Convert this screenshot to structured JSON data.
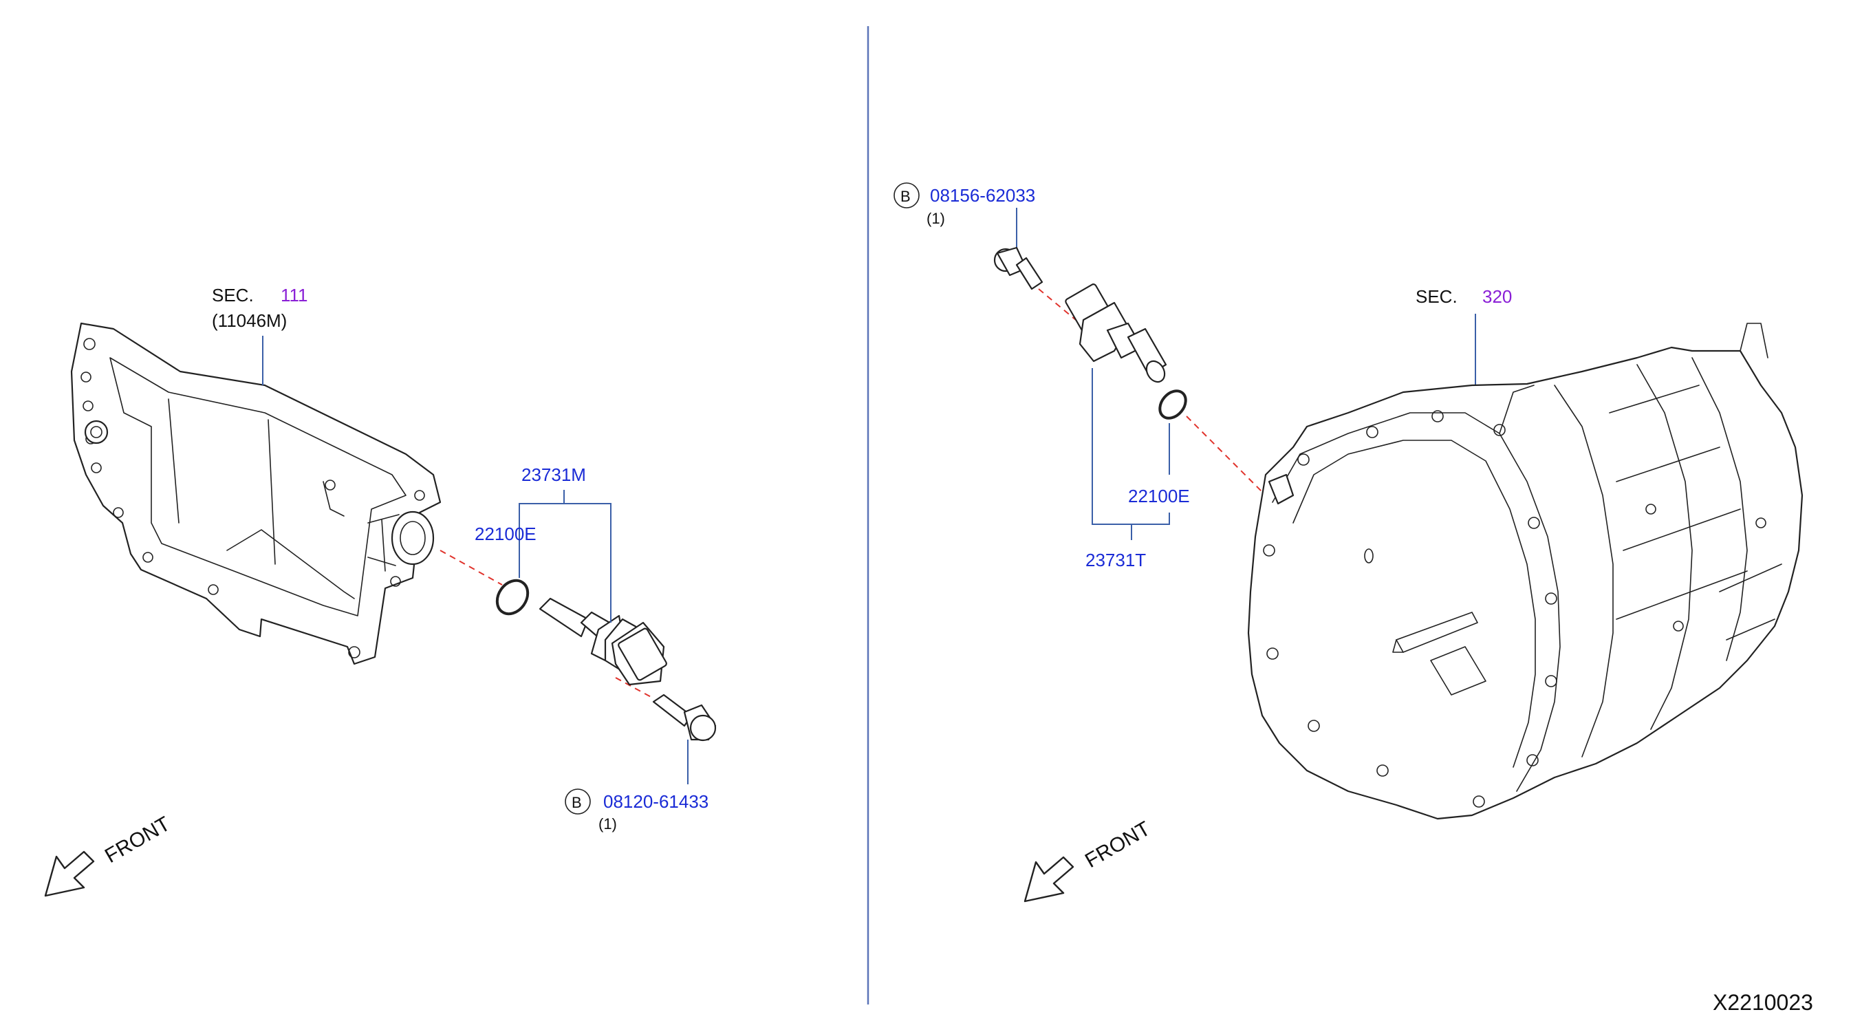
{
  "left": {
    "sec_prefix": "SEC.",
    "sec_number": "111",
    "sec_ref": "(11046M)",
    "sensor_assembly": "23731M",
    "oring": "22100E",
    "bolt_marker": "B",
    "bolt_part": "08120-61433",
    "bolt_qty": "(1)",
    "front_label": "FRONT"
  },
  "right": {
    "bolt_marker": "B",
    "bolt_part": "08156-62033",
    "bolt_qty": "(1)",
    "sec_prefix": "SEC.",
    "sec_number": "320",
    "oring": "22100E",
    "sensor_assembly": "23731T",
    "front_label": "FRONT"
  },
  "diagram_code": "X2210023",
  "colors": {
    "part_number": "#1a2bd6",
    "section_number": "#8a1fd6",
    "leader_line": "#3a5fa8",
    "alignment_dash": "#e0332c"
  }
}
